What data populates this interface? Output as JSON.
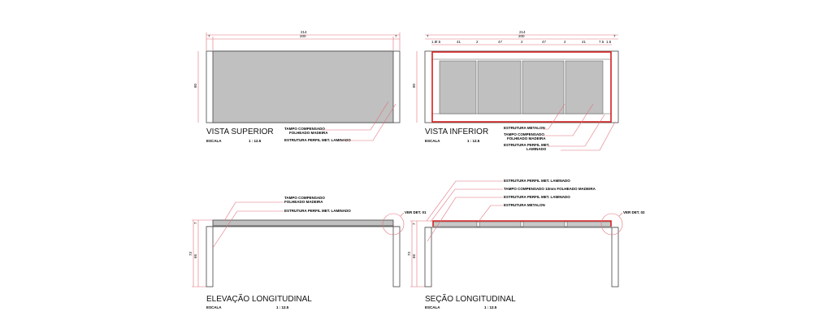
{
  "views": {
    "top": {
      "title": "VISTA SUPERIOR",
      "scale_label": "ESCALA",
      "scale": "1 : 12.5",
      "dims": {
        "total": "214",
        "left": "7",
        "middle": "200",
        "right": "7",
        "depth": "80"
      },
      "labels": [
        "TAMPO COMPENSADO",
        "FOLHEADO MADEIRA",
        "ESTRUTURA PERFIL MET. LAMINADO"
      ]
    },
    "bottom": {
      "title": "VISTA INFERIOR",
      "scale_label": "ESCALA",
      "scale": "1 : 12.5",
      "dims": {
        "total": "214",
        "left": "7",
        "middle": "200",
        "right": "7",
        "depth": "80",
        "segments": [
          "1.5",
          "7.5",
          "41",
          "2",
          "47",
          "2",
          "47",
          "2",
          "41",
          "7.5",
          "1.5"
        ]
      },
      "labels": [
        "ESTRUTURA METALON",
        "TAMPO COMPENSADO",
        "FOLHEADO MADEIRA",
        "ESTRUTURA PERFIL MET.",
        "LAMINADO"
      ]
    },
    "elevation": {
      "title": "ELEVAÇÃO LONGITUDINAL",
      "scale_label": "ESCALA",
      "scale": "1 : 12.5",
      "dims": {
        "total": "73",
        "leg": "66",
        "top": "7"
      },
      "labels": [
        "TAMPO COMPENSADO",
        "FOLHEADO MADEIRA",
        "ESTRUTURA PERFIL MET. LAMINADO"
      ],
      "detail": "VER DET. 01"
    },
    "section": {
      "title": "SEÇÃO LONGITUDINAL",
      "scale_label": "ESCALA",
      "scale": "1 : 12.5",
      "dims": {
        "total": "73",
        "leg": "66",
        "top": "7"
      },
      "labels": [
        "ESTRUTURA PERFIL MET. LAMINADO",
        "TAMPO COMPENSADO 10mm FOLHEADO MADEIRA",
        "ESTRUTURA PERFIL MET. LAMINADO",
        "ESTRUTURA METALON"
      ],
      "detail": "VER DET. 02"
    }
  },
  "colors": {
    "accent": "#d42020",
    "panel": "#c0c0c0",
    "leader": "#e0707a"
  }
}
